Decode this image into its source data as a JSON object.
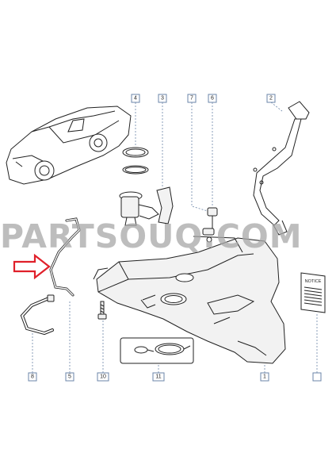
{
  "diagram": {
    "callouts": [
      {
        "id": "4",
        "label": "4"
      },
      {
        "id": "3",
        "label": "3"
      },
      {
        "id": "7",
        "label": "7"
      },
      {
        "id": "6",
        "label": "6"
      },
      {
        "id": "2",
        "label": "2"
      },
      {
        "id": "8",
        "label": "8"
      },
      {
        "id": "5",
        "label": "5"
      },
      {
        "id": "10",
        "label": "10"
      },
      {
        "id": "11",
        "label": "11"
      },
      {
        "id": "1",
        "label": "1"
      },
      {
        "id": "notice",
        "label": ""
      }
    ],
    "notice_title": "NOTICE",
    "arrow_color": "#e0202a"
  },
  "watermark": "PARTSOUQ.COM"
}
